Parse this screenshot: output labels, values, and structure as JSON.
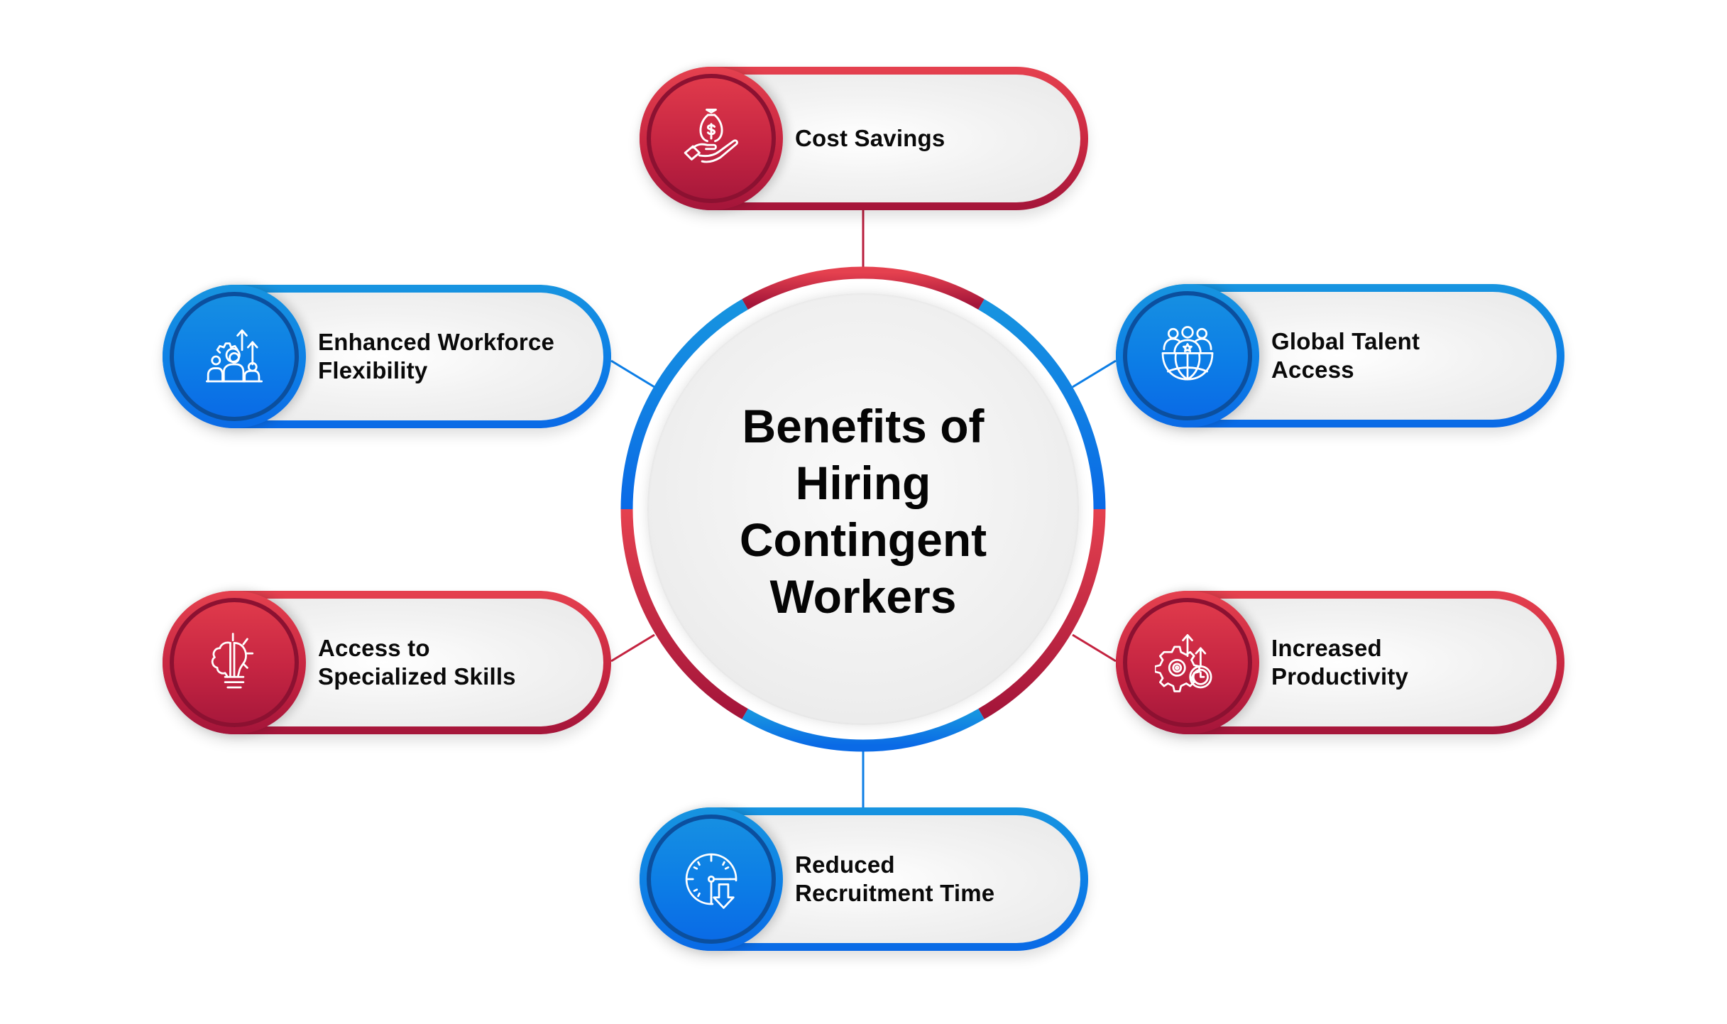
{
  "diagram": {
    "title_lines": [
      "Benefits of",
      "Hiring",
      "Contingent",
      "Workers"
    ],
    "colors": {
      "red_primary": "#d22f45",
      "red_dark": "#8c1131",
      "blue_primary": "#0d7ee6",
      "blue_dark": "#0b4f9e",
      "pill_fill": "#eeeeee",
      "text": "#0a0a0a"
    },
    "benefits": [
      {
        "position": "top",
        "color": "red",
        "icon": "money-bag-hand-icon",
        "lines": [
          "Cost Savings"
        ]
      },
      {
        "position": "upper-left",
        "color": "blue",
        "icon": "team-gear-growth-icon",
        "lines": [
          "Enhanced Workforce",
          "Flexibility"
        ]
      },
      {
        "position": "upper-right",
        "color": "blue",
        "icon": "global-talent-icon",
        "lines": [
          "Global Talent",
          "Access"
        ]
      },
      {
        "position": "lower-left",
        "color": "red",
        "icon": "brain-lightbulb-icon",
        "lines": [
          "Access to",
          "Specialized Skills"
        ]
      },
      {
        "position": "lower-right",
        "color": "red",
        "icon": "productivity-gear-clock-icon",
        "lines": [
          "Increased",
          "Productivity"
        ]
      },
      {
        "position": "bottom",
        "color": "blue",
        "icon": "clock-down-arrow-icon",
        "lines": [
          "Reduced",
          "Recruitment Time"
        ]
      }
    ]
  }
}
